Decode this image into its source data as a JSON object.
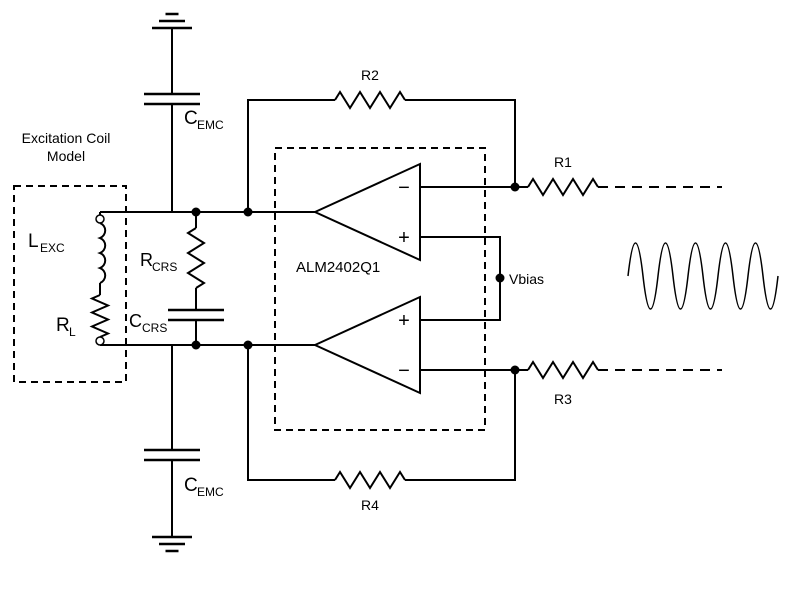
{
  "page": {
    "background": "#ffffff",
    "line_color": "#000000"
  },
  "coil_model": {
    "title_line1": "Excitation Coil",
    "title_line2": "Model",
    "inductor": {
      "main": "L",
      "sub": "EXC"
    },
    "resistor": {
      "main": "R",
      "sub": "L"
    }
  },
  "snubber": {
    "rcrs": {
      "main": "R",
      "sub": "CRS"
    },
    "ccrs": {
      "main": "C",
      "sub": "CRS"
    }
  },
  "emc": {
    "top": {
      "main": "C",
      "sub": "EMC"
    },
    "bottom": {
      "main": "C",
      "sub": "EMC"
    }
  },
  "amplifier": {
    "chip": "ALM2402Q1",
    "vbias": "Vbias",
    "top_opamp": {
      "minus": "−",
      "plus": "+"
    },
    "bottom_opamp": {
      "plus": "+",
      "minus": "−"
    }
  },
  "resistors": {
    "r1": "R1",
    "r2": "R2",
    "r3": "R3",
    "r4": "R4"
  }
}
